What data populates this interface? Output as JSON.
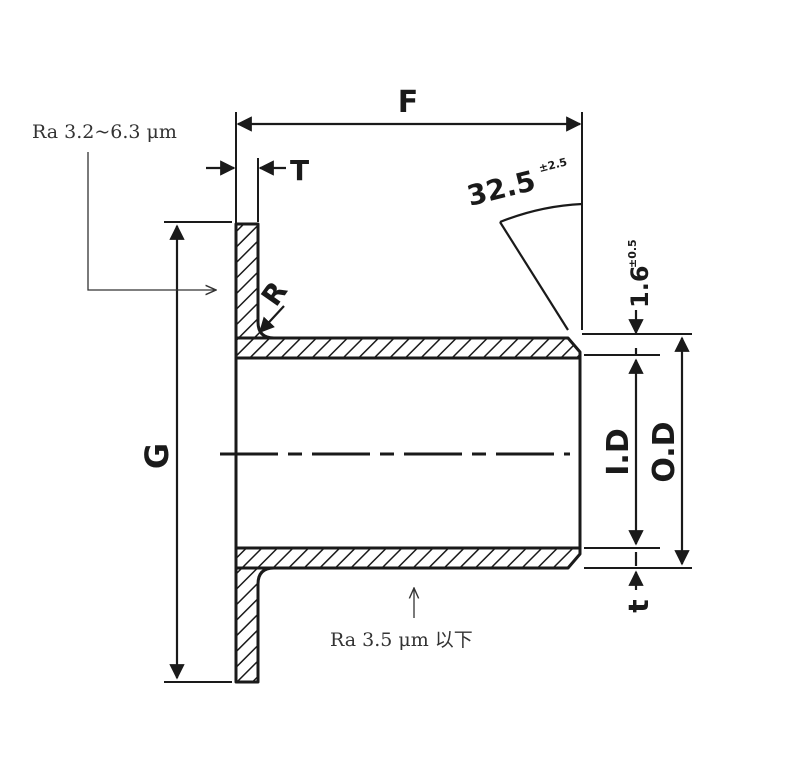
{
  "annotations": {
    "flange_surface": "Ra 3.2~6.3 μm",
    "outer_surface": "Ra 3.5 μm 以下"
  },
  "dimensions": {
    "F": "F",
    "T": "T",
    "G": "G",
    "R": "R",
    "angle": "32.5",
    "angle_tol": "±2.5",
    "chamfer": "1.6",
    "chamfer_tol": "±0.5",
    "ID": "I.D",
    "OD": "O.D",
    "t": "t"
  },
  "colors": {
    "ink": "#1a1a1a",
    "annotation": "#333333"
  }
}
